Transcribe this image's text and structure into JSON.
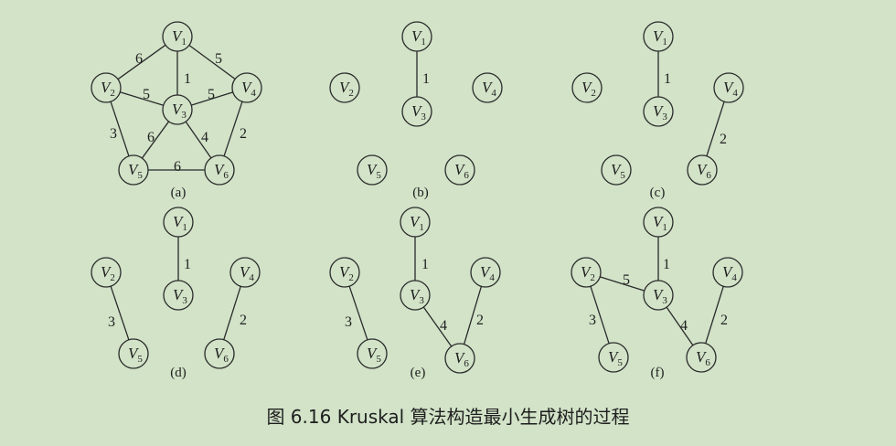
{
  "caption": "图 6.16   Kruskal 算法构造最小生成树的过程",
  "panels": [
    {
      "id": "a",
      "label": "(a)",
      "nodes": [
        "V1",
        "V2",
        "V3",
        "V4",
        "V5",
        "V6"
      ],
      "edges": [
        {
          "from": "V1",
          "to": "V2",
          "w": "6"
        },
        {
          "from": "V1",
          "to": "V3",
          "w": "1"
        },
        {
          "from": "V1",
          "to": "V4",
          "w": "5"
        },
        {
          "from": "V2",
          "to": "V3",
          "w": "5"
        },
        {
          "from": "V3",
          "to": "V4",
          "w": "5"
        },
        {
          "from": "V2",
          "to": "V5",
          "w": "3"
        },
        {
          "from": "V3",
          "to": "V5",
          "w": "6"
        },
        {
          "from": "V3",
          "to": "V6",
          "w": "4"
        },
        {
          "from": "V4",
          "to": "V6",
          "w": "2"
        },
        {
          "from": "V5",
          "to": "V6",
          "w": "6"
        }
      ]
    },
    {
      "id": "b",
      "label": "(b)",
      "nodes": [
        "V1",
        "V2",
        "V3",
        "V4",
        "V5",
        "V6"
      ],
      "edges": [
        {
          "from": "V1",
          "to": "V3",
          "w": "1"
        }
      ]
    },
    {
      "id": "c",
      "label": "(c)",
      "nodes": [
        "V1",
        "V2",
        "V3",
        "V4",
        "V5",
        "V6"
      ],
      "edges": [
        {
          "from": "V1",
          "to": "V3",
          "w": "1"
        },
        {
          "from": "V4",
          "to": "V6",
          "w": "2"
        }
      ]
    },
    {
      "id": "d",
      "label": "(d)",
      "nodes": [
        "V1",
        "V2",
        "V3",
        "V4",
        "V5",
        "V6"
      ],
      "edges": [
        {
          "from": "V1",
          "to": "V3",
          "w": "1"
        },
        {
          "from": "V4",
          "to": "V6",
          "w": "2"
        },
        {
          "from": "V2",
          "to": "V5",
          "w": "3"
        }
      ]
    },
    {
      "id": "e",
      "label": "(e)",
      "nodes": [
        "V1",
        "V2",
        "V3",
        "V4",
        "V5",
        "V6"
      ],
      "edges": [
        {
          "from": "V1",
          "to": "V3",
          "w": "1"
        },
        {
          "from": "V4",
          "to": "V6",
          "w": "2"
        },
        {
          "from": "V2",
          "to": "V5",
          "w": "3"
        },
        {
          "from": "V3",
          "to": "V6",
          "w": "4"
        }
      ]
    },
    {
      "id": "f",
      "label": "(f)",
      "nodes": [
        "V1",
        "V2",
        "V3",
        "V4",
        "V5",
        "V6"
      ],
      "edges": [
        {
          "from": "V1",
          "to": "V3",
          "w": "1"
        },
        {
          "from": "V4",
          "to": "V6",
          "w": "2"
        },
        {
          "from": "V2",
          "to": "V5",
          "w": "3"
        },
        {
          "from": "V3",
          "to": "V6",
          "w": "4"
        },
        {
          "from": "V2",
          "to": "V3",
          "w": "5"
        }
      ]
    }
  ]
}
